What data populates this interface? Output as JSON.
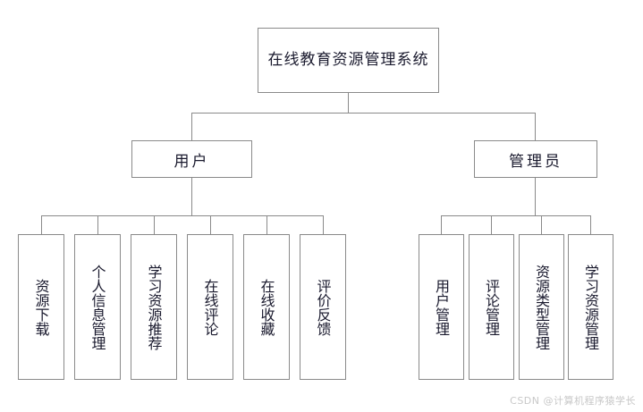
{
  "diagram": {
    "type": "org-chart",
    "title": "在线教育资源管理系统",
    "root": {
      "label": "在线教育资源管理系统"
    },
    "level2": [
      {
        "label": "用户"
      },
      {
        "label": "管理员"
      }
    ],
    "user_functions": [
      {
        "label": "资源下载"
      },
      {
        "label": "个人信息管理"
      },
      {
        "label": "学习资源推荐"
      },
      {
        "label": "在线评论"
      },
      {
        "label": "在线收藏"
      },
      {
        "label": "评价反馈"
      }
    ],
    "admin_functions": [
      {
        "label": "用户管理"
      },
      {
        "label": "评论管理"
      },
      {
        "label": "资源类型管理"
      },
      {
        "label": "学习资源管理"
      }
    ],
    "colors": {
      "border": "#8a8a8a",
      "text": "#1a1a2e",
      "background": "#ffffff",
      "watermark": "#c8c8c8"
    }
  },
  "watermark": {
    "text": "CSDN @计算机程序猿学长"
  }
}
